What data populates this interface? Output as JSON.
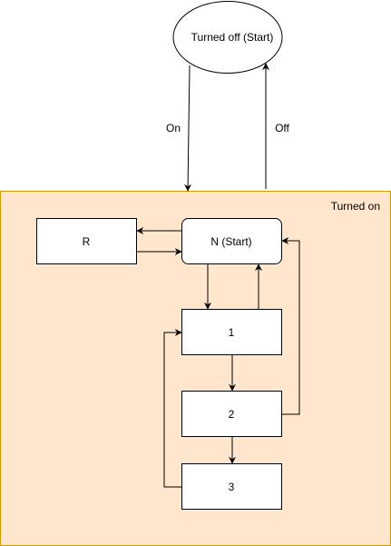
{
  "diagram": {
    "states": {
      "off": "Turned off (Start)",
      "neutral": "N (Start)",
      "reverse": "R",
      "gear1": "1",
      "gear2": "2",
      "gear3": "3"
    },
    "container_label": "Turned on",
    "transitions": {
      "on": "On",
      "off": "Off"
    },
    "colors": {
      "container_fill": "#ffe6cc",
      "container_stroke": "#d79b00",
      "node_stroke": "#000000",
      "node_fill": "#ffffff"
    }
  }
}
